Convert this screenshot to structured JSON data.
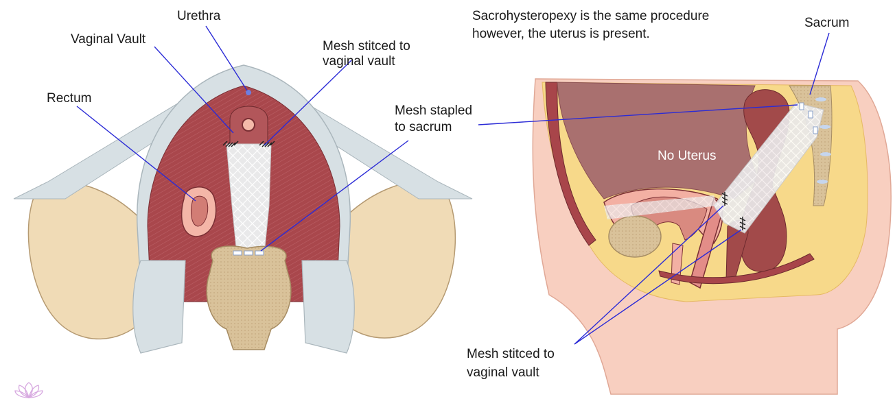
{
  "labels": {
    "urethra": "Urethra",
    "vaginal_vault": "Vaginal Vault",
    "mesh_stitched_top_line1": "Mesh stitced to",
    "mesh_stitched_top_line2": "vaginal vault",
    "rectum": "Rectum",
    "mesh_stapled_line1": "Mesh stapled",
    "mesh_stapled_line2": "to sacrum",
    "note_line1": "Sacrohysteropexy is the same procedure",
    "note_line2": "however, the uterus is present.",
    "sacrum": "Sacrum",
    "no_uterus": "No Uterus",
    "mesh_stitched_bottom_line1": "Mesh stitced to",
    "mesh_stitched_bottom_line2": "vaginal vault"
  },
  "colors": {
    "leader_line": "#2b2bd6",
    "bone": "#f1dcb7",
    "muscle": "#a8454a",
    "ligament": "#d8e0e4",
    "skin": "#f8cfc0",
    "fat": "#f7d98a",
    "mesh": "#ffffff"
  },
  "icons": {
    "logo": "lotus-icon"
  }
}
